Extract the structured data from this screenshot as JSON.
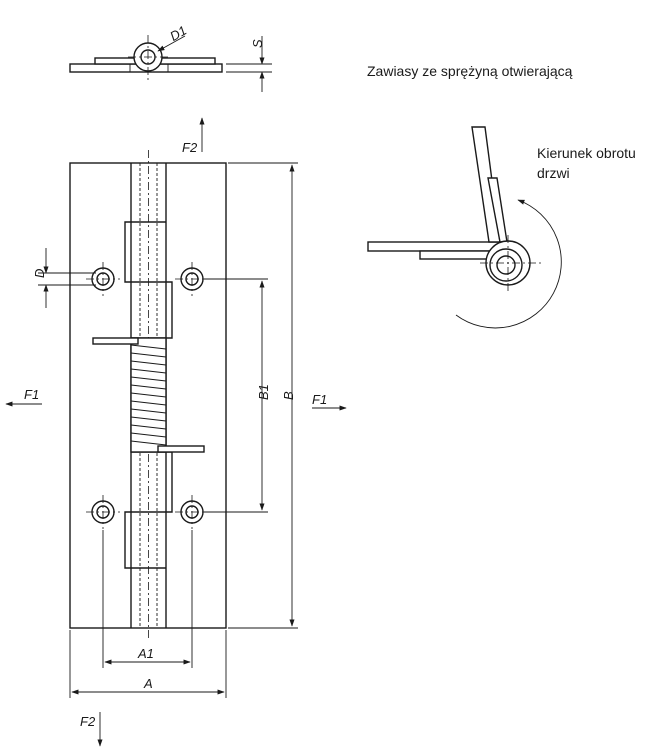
{
  "title": "Zawiasy ze sprężyną otwierającą",
  "rotation_note": {
    "line1": "Kierunek obrotu",
    "line2": "drzwi"
  },
  "dimensions": {
    "d1": "D1",
    "s": "S",
    "d": "D",
    "a1": "A1",
    "a": "A",
    "b1": "B1",
    "b": "B"
  },
  "forces": {
    "f1_left": "F1",
    "f1_right": "F1",
    "f2_top": "F2",
    "f2_bottom": "F2"
  }
}
